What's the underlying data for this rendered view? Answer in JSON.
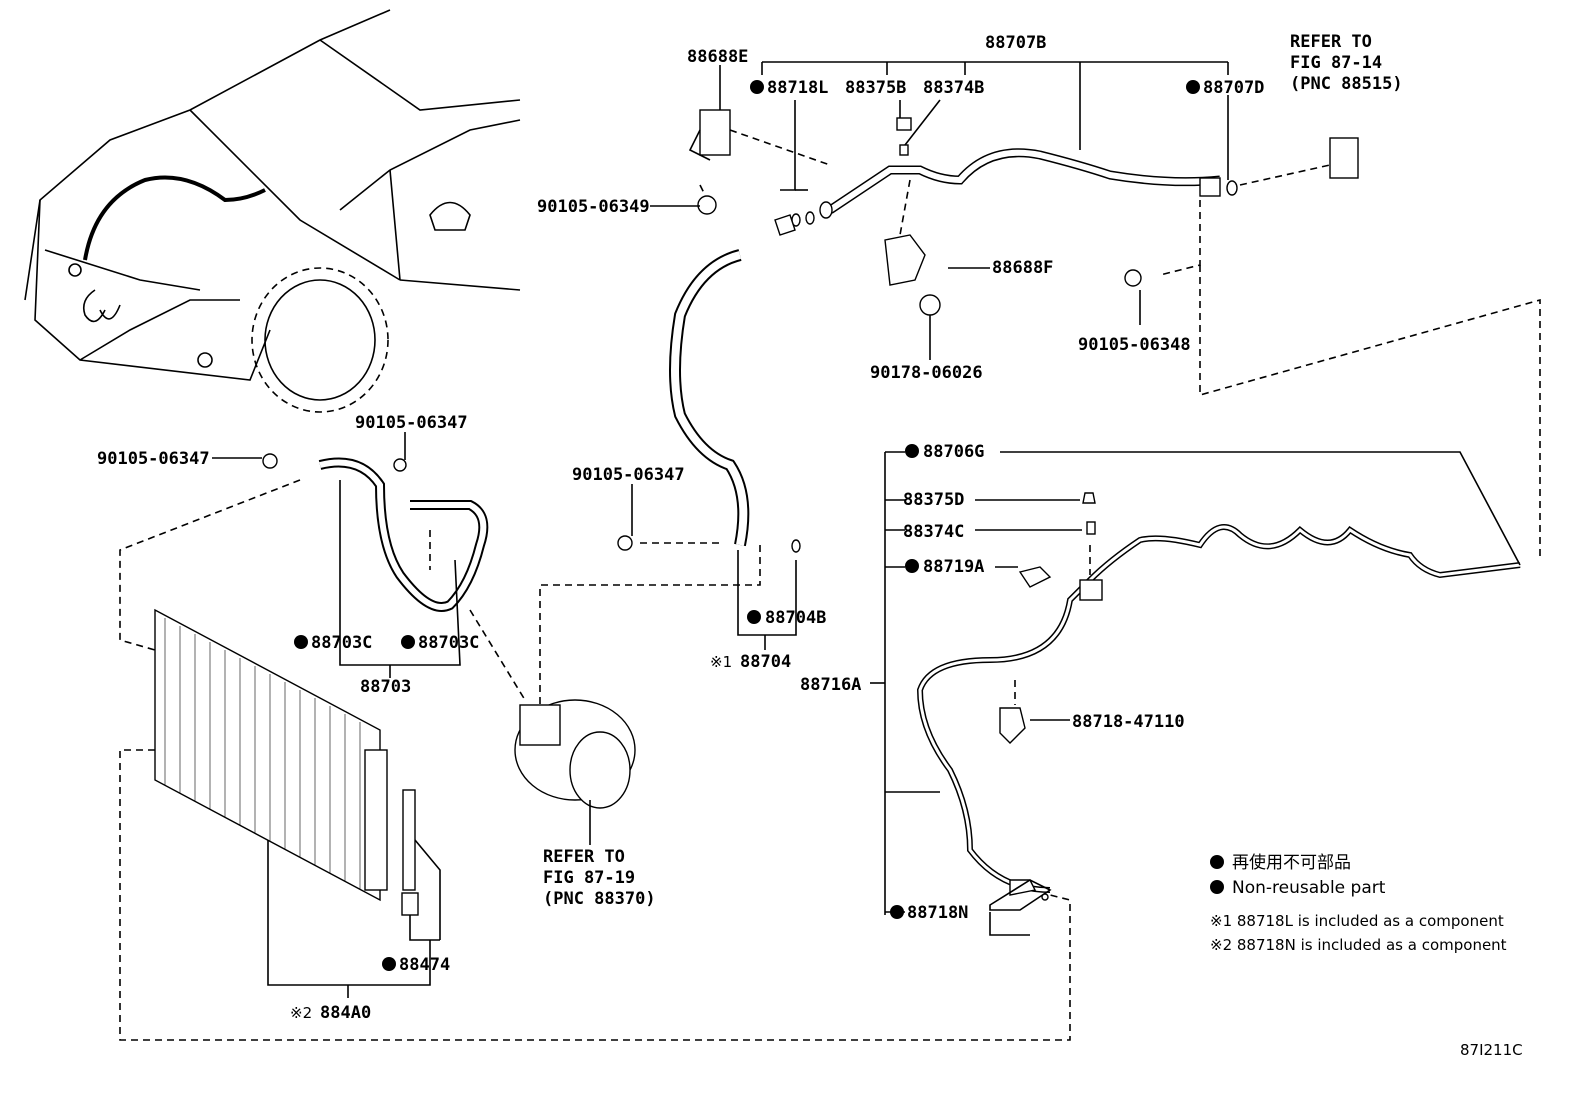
{
  "callouts": {
    "c88688E": "88688E",
    "c88707B": "88707B",
    "c88718L": "88718L",
    "c88375B": "88375B",
    "c88374B": "88374B",
    "c88707D": "88707D",
    "refer_top_1": "REFER TO",
    "refer_top_2": "FIG 87-14",
    "refer_top_3": "(PNC 88515)",
    "c90105_06349": "90105-06349",
    "c88688F": "88688F",
    "c90105_06348": "90105-06348",
    "c90178_06026": "90178-06026",
    "c90105_06347_a": "90105-06347",
    "c90105_06347_b": "90105-06347",
    "c90105_06347_c": "90105-06347",
    "c88706G": "88706G",
    "c88375D": "88375D",
    "c88374C": "88374C",
    "c88719A": "88719A",
    "c88704B": "88704B",
    "c88704_mark": "※1",
    "c88704": "88704",
    "c88703C_a": "88703C",
    "c88703C_b": "88703C",
    "c88703": "88703",
    "c88716A": "88716A",
    "c88718_47110": "88718-47110",
    "refer_mid_1": "REFER TO",
    "refer_mid_2": "FIG 87-19",
    "refer_mid_3": "(PNC 88370)",
    "c88718N": "88718N",
    "c88474": "88474",
    "c884A0_mark": "※2",
    "c884A0": "884A0"
  },
  "legend": {
    "jp": "再使用不可部品",
    "en": "Non-reusable part",
    "note1": "※1 88718L is included as a component",
    "note2": "※2 88718N is included as a component"
  },
  "figure_id": "87I211C"
}
